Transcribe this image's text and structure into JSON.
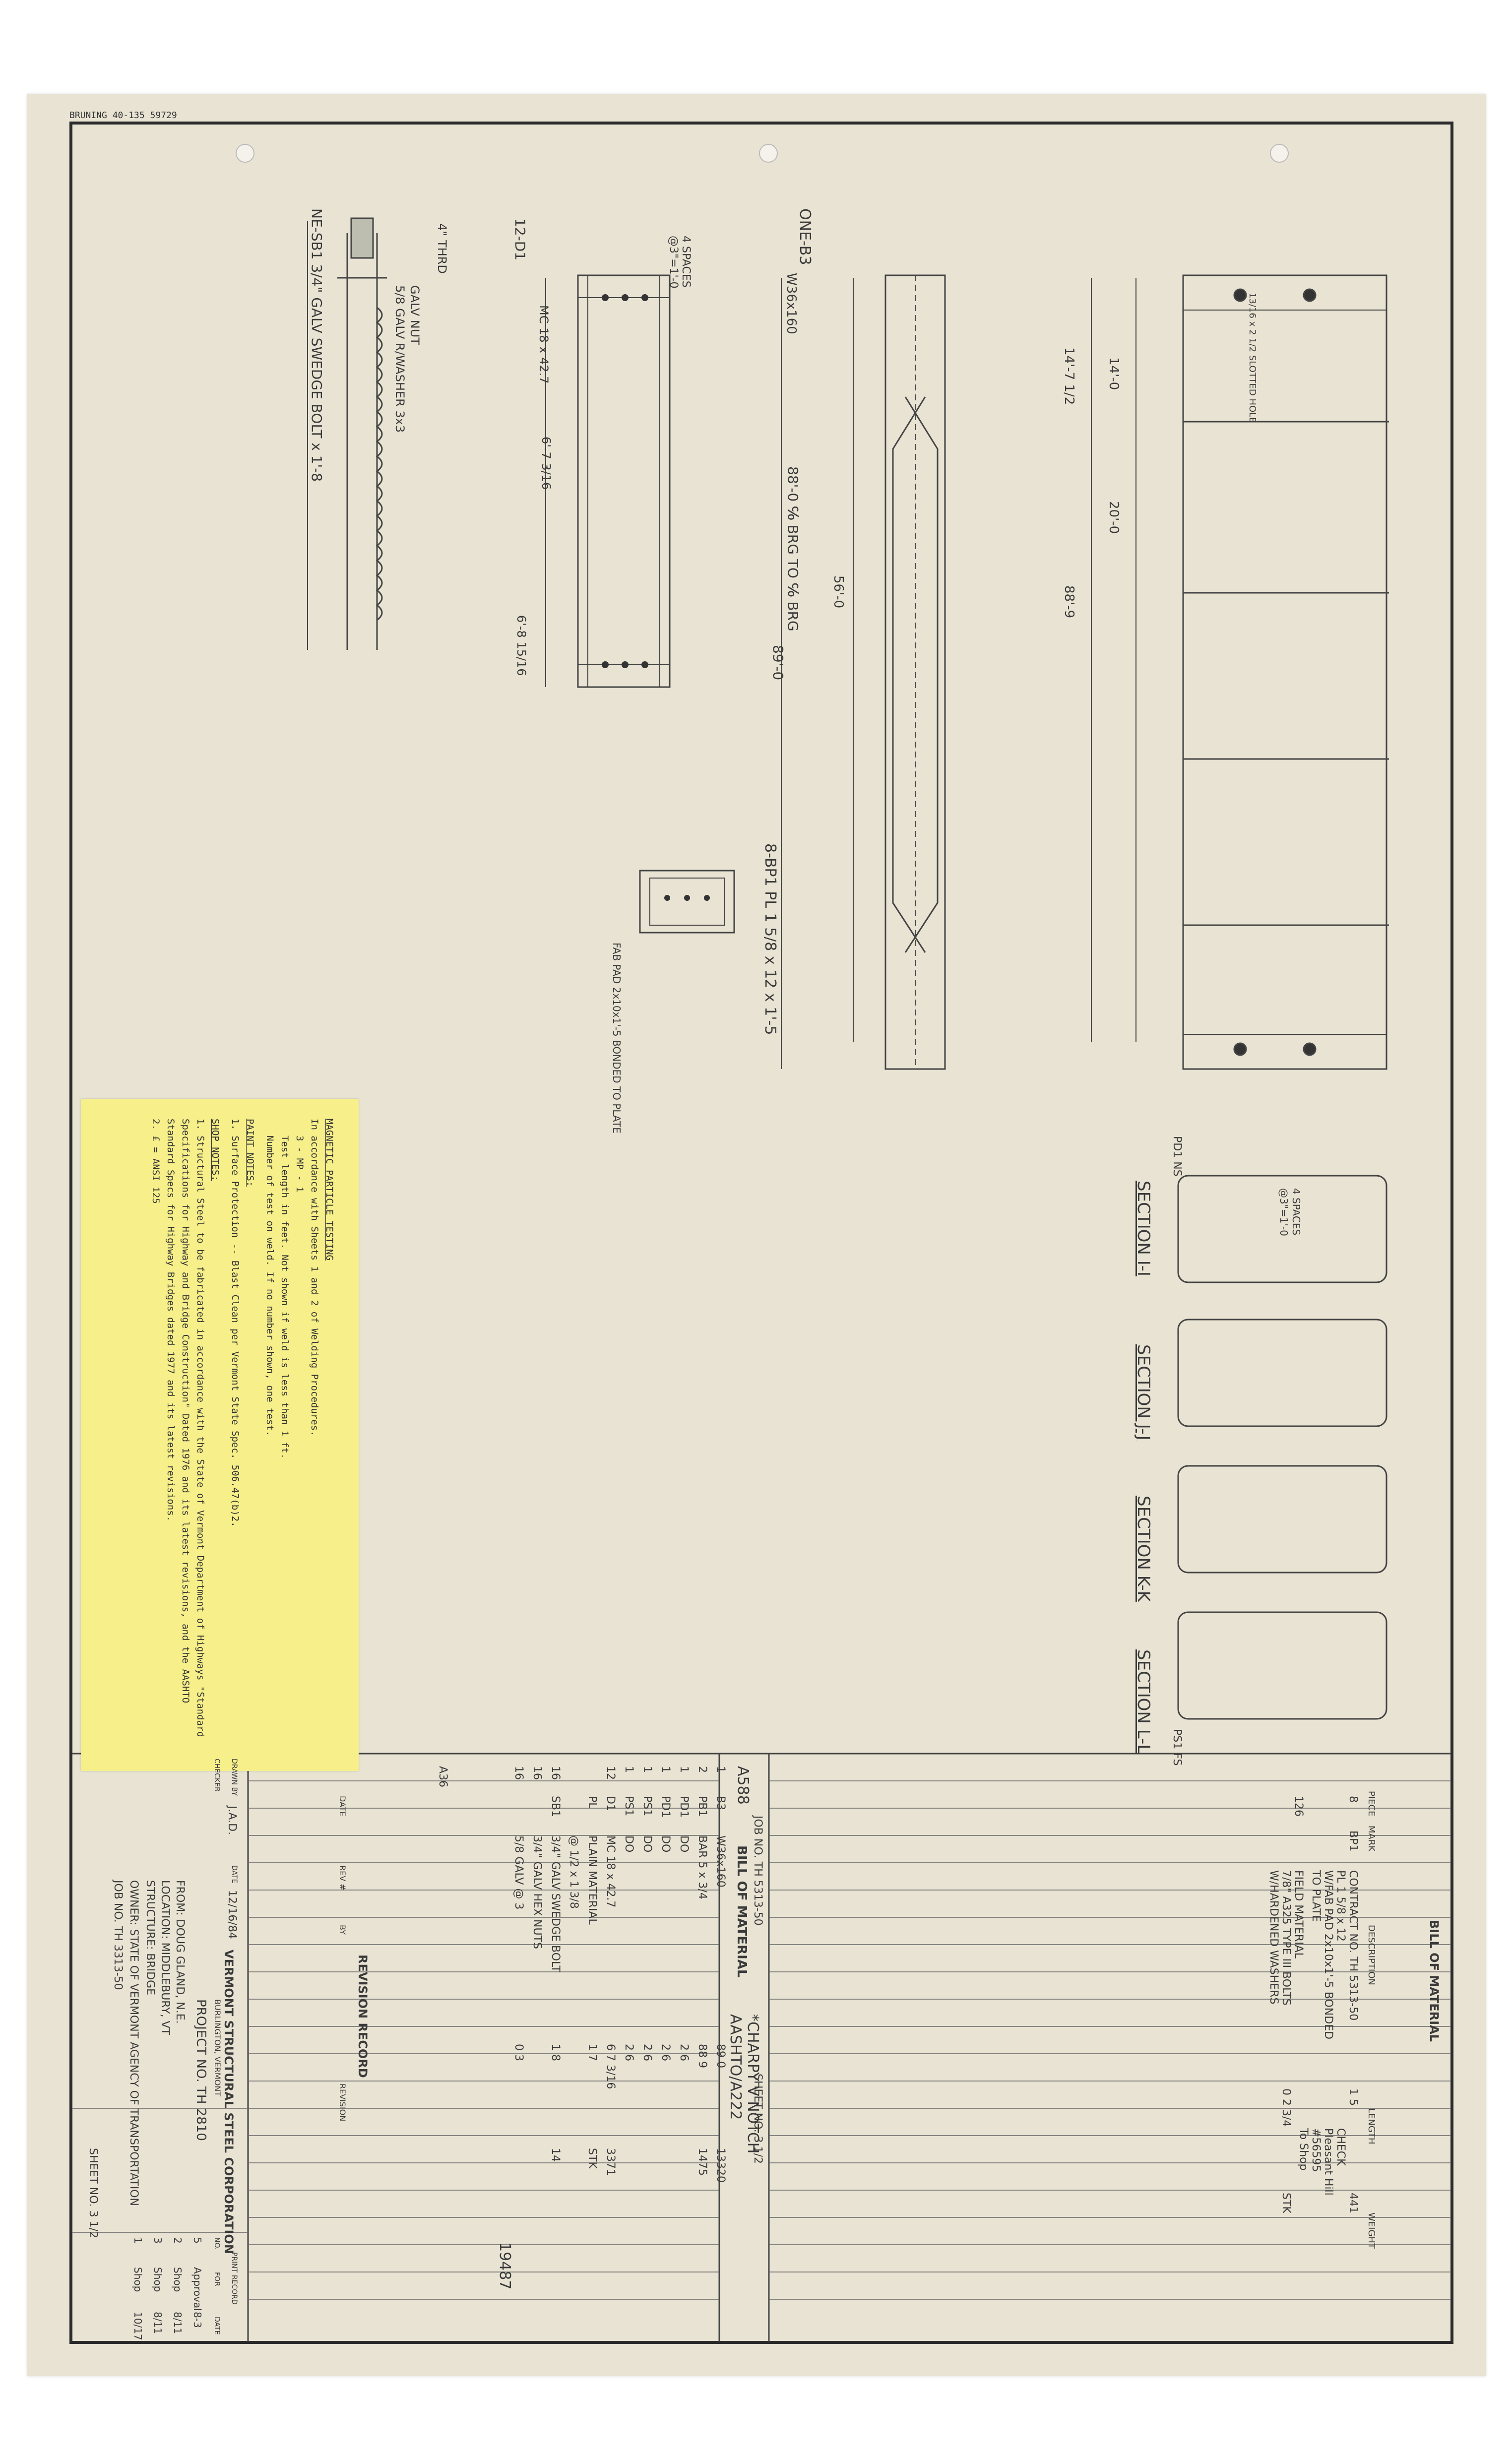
{
  "stamp": "BRUNING 40-135 59729",
  "notes": {
    "title": "MAGNETIC PARTICLE TESTING",
    "line1": "In accordance with Sheets 1 and 2 of Welding Procedures.",
    "code": "3 - MP - 1",
    "test_length": "Test length in feet. Not shown if weld is less than 1 ft.",
    "num_tests": "Number of test on weld. If no number shown, one test.",
    "paint_title": "PAINT NOTES:",
    "paint1": "1. Surface Protection -- Blast Clean per Vermont State Spec. 506.47(b)2.",
    "shop_title": "SHOP NOTES:",
    "shop1": "1. Structural Steel to be fabricated in accordance with the State of Vermont Department of Highways \"Standard Specifications for Highway and Bridge Construction\" Dated 1976 and its latest revisions, and the AASHTO Standard Specs for Highway Bridges dated 1977 and its latest revisions.",
    "shop2": "2. £ = ANSI 125"
  },
  "drawing": {
    "sw_bolt": "NE-SB1  3/4\" GALV SWEDGE BOLT x 1'-8",
    "galv_nut": "GALV NUT",
    "washer": "5/8 GALV R/WASHER 3x3",
    "thrd": "4\" THRD",
    "d1": "12-D1",
    "d1_desc": "MC 18 x 42.7",
    "spaces_a": "4 SPACES",
    "spaces_a2": "@3\"=1'-0",
    "dim_6_7": "6'-7 3/16",
    "dim_6_8": "6'-8 15/16",
    "one_b3": "ONE-B3",
    "w36": "W36x160",
    "dim_88": "88'-0 ℅ BRG TO ℅ BRG",
    "dim_89": "89'-0",
    "dim_56": "56'-0",
    "dim_14_7": "14'-7 1/2",
    "dim_14_0": "14'-0",
    "dim_20": "20'-0",
    "dim_88_9": "88'-9",
    "b_bp1": "8-BP1  PL 1 5/8 x 12 x 1'-5",
    "fab_pad": "FAB PAD 2x10x1'-5 BONDED TO PLATE",
    "sec_ii": "SECTION I-I",
    "sec_jj": "SECTION J-J",
    "sec_kk": "SECTION K-K",
    "sec_ll": "SECTION L-L",
    "spaces_b": "4 SPACES",
    "spaces_b2": "@3\"=1'-0",
    "pd1": "PD1 NS",
    "ps1": "PS1 FS",
    "slotted": "13/16 x 2 1/2 SLOTTED HOLE"
  },
  "bom": {
    "title": "BILL OF MATERIAL",
    "headers": [
      "PIECE",
      "MARK",
      "DESCRIPTION",
      "LENGTH",
      "WEIGHT"
    ],
    "top_rows": [
      {
        "piece": "8",
        "mark": "BP1",
        "desc": "CONTRACT NO. TH 5313-50",
        "len": "1  5",
        "wt": "441"
      },
      {
        "piece": "",
        "mark": "",
        "desc": "PL 1 5/8 x 12",
        "len": "",
        "wt": ""
      },
      {
        "piece": "",
        "mark": "",
        "desc": "W/FAB PAD 2x10x1'-5 BONDED",
        "len": "",
        "wt": ""
      },
      {
        "piece": "",
        "mark": "",
        "desc": "TO PLATE",
        "len": "",
        "wt": ""
      },
      {
        "piece": "126",
        "mark": "",
        "desc": "FIELD MATERIAL",
        "len": "",
        "wt": ""
      },
      {
        "piece": "",
        "mark": "",
        "desc": "7/8\" A325 TYPE III BOLTS",
        "len": "0  2 3/4",
        "wt": "STK"
      },
      {
        "piece": "",
        "mark": "",
        "desc": "W/HARDENED WASHERS",
        "len": "",
        "wt": ""
      }
    ],
    "side_notes": [
      "CHECK",
      "Pleasant Hill",
      "#56595",
      "To Shop"
    ],
    "job_no": "JOB NO. TH 5313-50",
    "sheet_no": "SHEET NO. 3 1/2",
    "section_title": "BILL OF MATERIAL",
    "charpy": "*CHARPY V NOTCH",
    "aashto": "AASHTO/A222",
    "grade": "A588",
    "rows": [
      {
        "piece": "1",
        "mark": "B3",
        "desc": "W36x160",
        "len": "89  0",
        "wt": "13320"
      },
      {
        "piece": "2",
        "mark": "PB1",
        "desc": "BAR 5 x 3/4",
        "len": "88  9",
        "wt": "1475"
      },
      {
        "piece": "1",
        "mark": "PD1",
        "desc": "DO",
        "len": "2  6",
        "wt": ""
      },
      {
        "piece": "1",
        "mark": "PD1",
        "desc": "DO",
        "len": "2  6",
        "wt": ""
      },
      {
        "piece": "1",
        "mark": "PS1",
        "desc": "DO",
        "len": "2  6",
        "wt": ""
      },
      {
        "piece": "1",
        "mark": "PS1",
        "desc": "DO",
        "len": "2  6",
        "wt": ""
      },
      {
        "piece": "12",
        "mark": "D1",
        "desc": "MC 18 x 42.7",
        "len": "6  7 3/16",
        "wt": "3371"
      },
      {
        "piece": "",
        "mark": "PL",
        "desc": "PLAIN MATERIAL",
        "len": "1  7",
        "wt": "STK"
      },
      {
        "piece": "",
        "mark": "",
        "desc": "@ 1/2 x 1 3/8",
        "len": "",
        "wt": ""
      },
      {
        "piece": "16",
        "mark": "SB1",
        "desc": "3/4\" GALV SWEDGE BOLT",
        "len": "1  8",
        "wt": "14"
      },
      {
        "piece": "16",
        "mark": "",
        "desc": "3/4\" GALV HEX NUTS",
        "len": "",
        "wt": ""
      },
      {
        "piece": "16",
        "mark": "",
        "desc": "5/8 GALV @ 3",
        "len": "0  3",
        "wt": ""
      }
    ],
    "total_weight": "19487",
    "a36": "A36"
  },
  "revision": {
    "title": "REVISION RECORD",
    "cols": [
      "DATE",
      "REV #",
      "BY",
      "REVISION"
    ]
  },
  "title_block": {
    "company": "VERMONT STRUCTURAL STEEL CORPORATION",
    "city": "BURLINGTON, VERMONT",
    "project": "PROJECT NO. TH 2810",
    "drawn_by": "DRAWN BY",
    "drawn_val": "J.A.D.",
    "date_label": "DATE",
    "date_val": "12/16/84",
    "checker": "CHECKER",
    "from": "FROM: DOUG GLAND, N.E.",
    "location": "LOCATION: MIDDLEBURY, VT",
    "structure": "STRUCTURE: BRIDGE",
    "owner": "OWNER: STATE OF VERMONT AGENCY OF TRANSPORTATION",
    "job_no": "JOB NO. TH 3313-50",
    "sheet": "SHEET NO. 3 1/2",
    "print_record": "PRINT RECORD",
    "pr_cols": [
      "NO.",
      "FOR",
      "DATE"
    ],
    "pr_rows": [
      [
        "5",
        "Approval",
        "8-3"
      ],
      [
        "2",
        "Shop",
        "8/11"
      ],
      [
        "3",
        "Shop",
        "8/11"
      ],
      [
        "1",
        "Shop",
        "10/17"
      ]
    ]
  }
}
